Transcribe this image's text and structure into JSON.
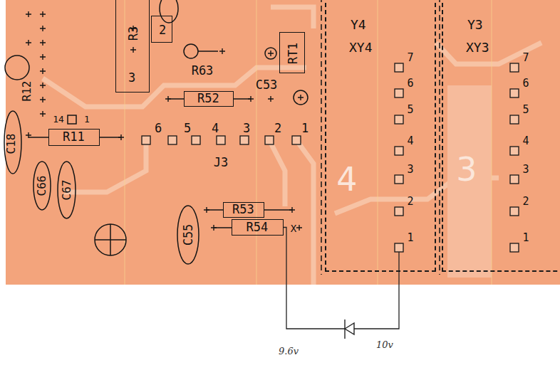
{
  "diagram": {
    "nodes": [
      {
        "text": [
          "R3",
          "3"
        ]
      },
      {
        "text": [
          "2"
        ]
      },
      {
        "text": [
          "RT1"
        ]
      },
      {
        "text": [
          "R52"
        ]
      },
      {
        "text": [
          "R11"
        ]
      },
      {
        "text": [
          "C66"
        ]
      },
      {
        "text": [
          "C67"
        ]
      },
      {
        "text": [
          "R53"
        ]
      },
      {
        "text": [
          "C55"
        ]
      },
      {
        "text": [
          "R54"
        ]
      },
      {
        "text": [
          "Y4",
          "XY4"
        ]
      },
      {
        "text": [
          "Y3",
          "XY3"
        ]
      }
    ],
    "edges": [
      {
        "from": 9,
        "to": 10,
        "arrow": "none"
      }
    ],
    "labels": [
      "C18",
      "R12",
      "14",
      "1",
      "R63",
      "C53",
      "6",
      "5",
      "4",
      "3",
      "2",
      "1",
      "J3",
      "X",
      "7",
      "6",
      "5",
      "4",
      "3",
      "2",
      "1",
      "7",
      "6",
      "5",
      "4",
      "3",
      "2",
      "1",
      "4",
      "3",
      "9.6v",
      "10v"
    ]
  }
}
